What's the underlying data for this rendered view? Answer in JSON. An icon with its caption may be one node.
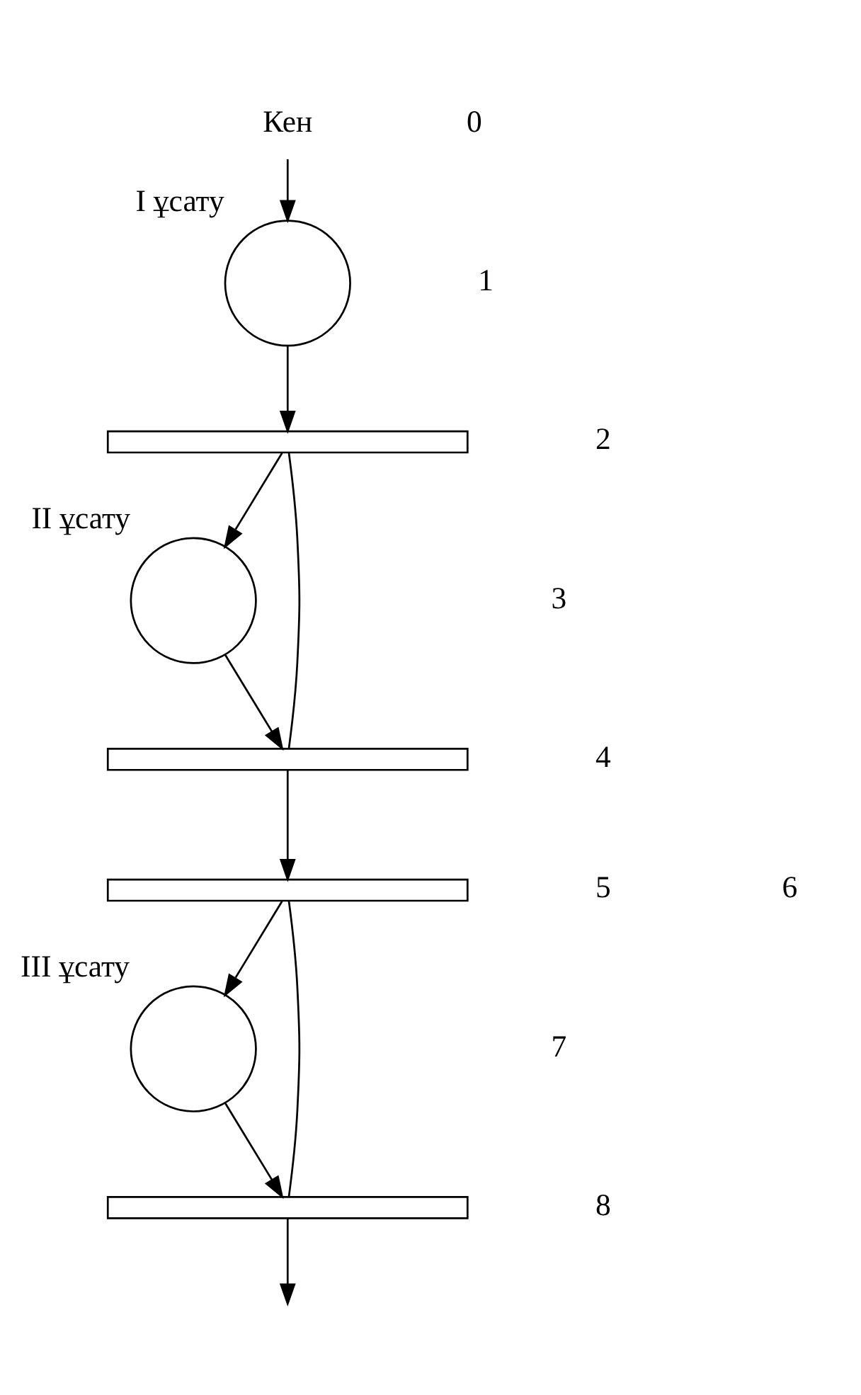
{
  "diagram": {
    "nodes": [
      {
        "text": [
          "Кен"
        ]
      },
      {
        "text": [],
        "shape": "circle",
        "beside": [
          "I ұсату"
        ]
      },
      {
        "text": [],
        "shape": "bar"
      },
      {
        "text": [],
        "shape": "circle",
        "beside": [
          "II ұсату"
        ]
      },
      {
        "text": [],
        "shape": "bar"
      },
      {
        "text": [],
        "shape": "bar"
      },
      {
        "text": [],
        "shape": "circle",
        "beside": [
          "III ұсату"
        ]
      },
      {
        "text": [],
        "shape": "bar"
      }
    ],
    "edges": [
      {
        "from": 0,
        "to": 1,
        "arrow": "to"
      },
      {
        "from": 1,
        "to": 2,
        "arrow": "to"
      },
      {
        "from": 2,
        "to": 3,
        "arrow": "to"
      },
      {
        "from": 2,
        "to": 4,
        "arrow": "none"
      },
      {
        "from": 3,
        "to": 4,
        "arrow": "to"
      },
      {
        "from": 4,
        "to": 5,
        "arrow": "to"
      },
      {
        "from": 5,
        "to": 6,
        "arrow": "to"
      },
      {
        "from": 5,
        "to": 7,
        "arrow": "none"
      },
      {
        "from": 6,
        "to": 7,
        "arrow": "to"
      },
      {
        "from": 7,
        "to": null,
        "arrow": "to"
      }
    ],
    "labels": [
      "0",
      "1",
      "2",
      "3",
      "4",
      "5",
      "6",
      "7",
      "8"
    ]
  }
}
